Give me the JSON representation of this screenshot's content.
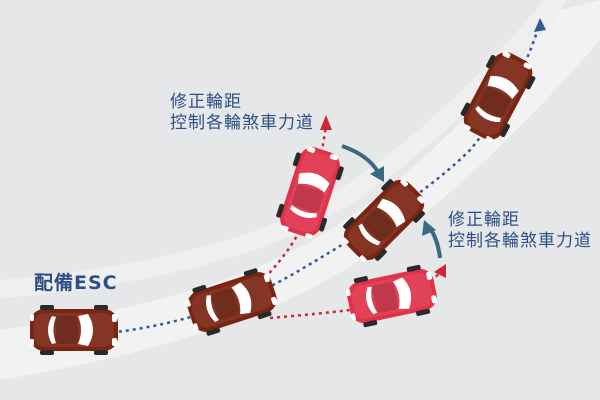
{
  "labels": {
    "top_line1": "修正輪距",
    "top_line2": "控制各輪煞車力道",
    "right_line1": "修正輪距",
    "right_line2": "控制各輪煞車力道",
    "esc": "配備ESC"
  },
  "colors": {
    "background": "#e6e7e8",
    "road": "#f3f3f3",
    "esc_car": "#7a2412",
    "correction_car": "#e0324a",
    "blue_path": "#2f5a97",
    "red_path": "#d0243a",
    "arrow": "#3a6a80",
    "text": "#2c4f86"
  }
}
